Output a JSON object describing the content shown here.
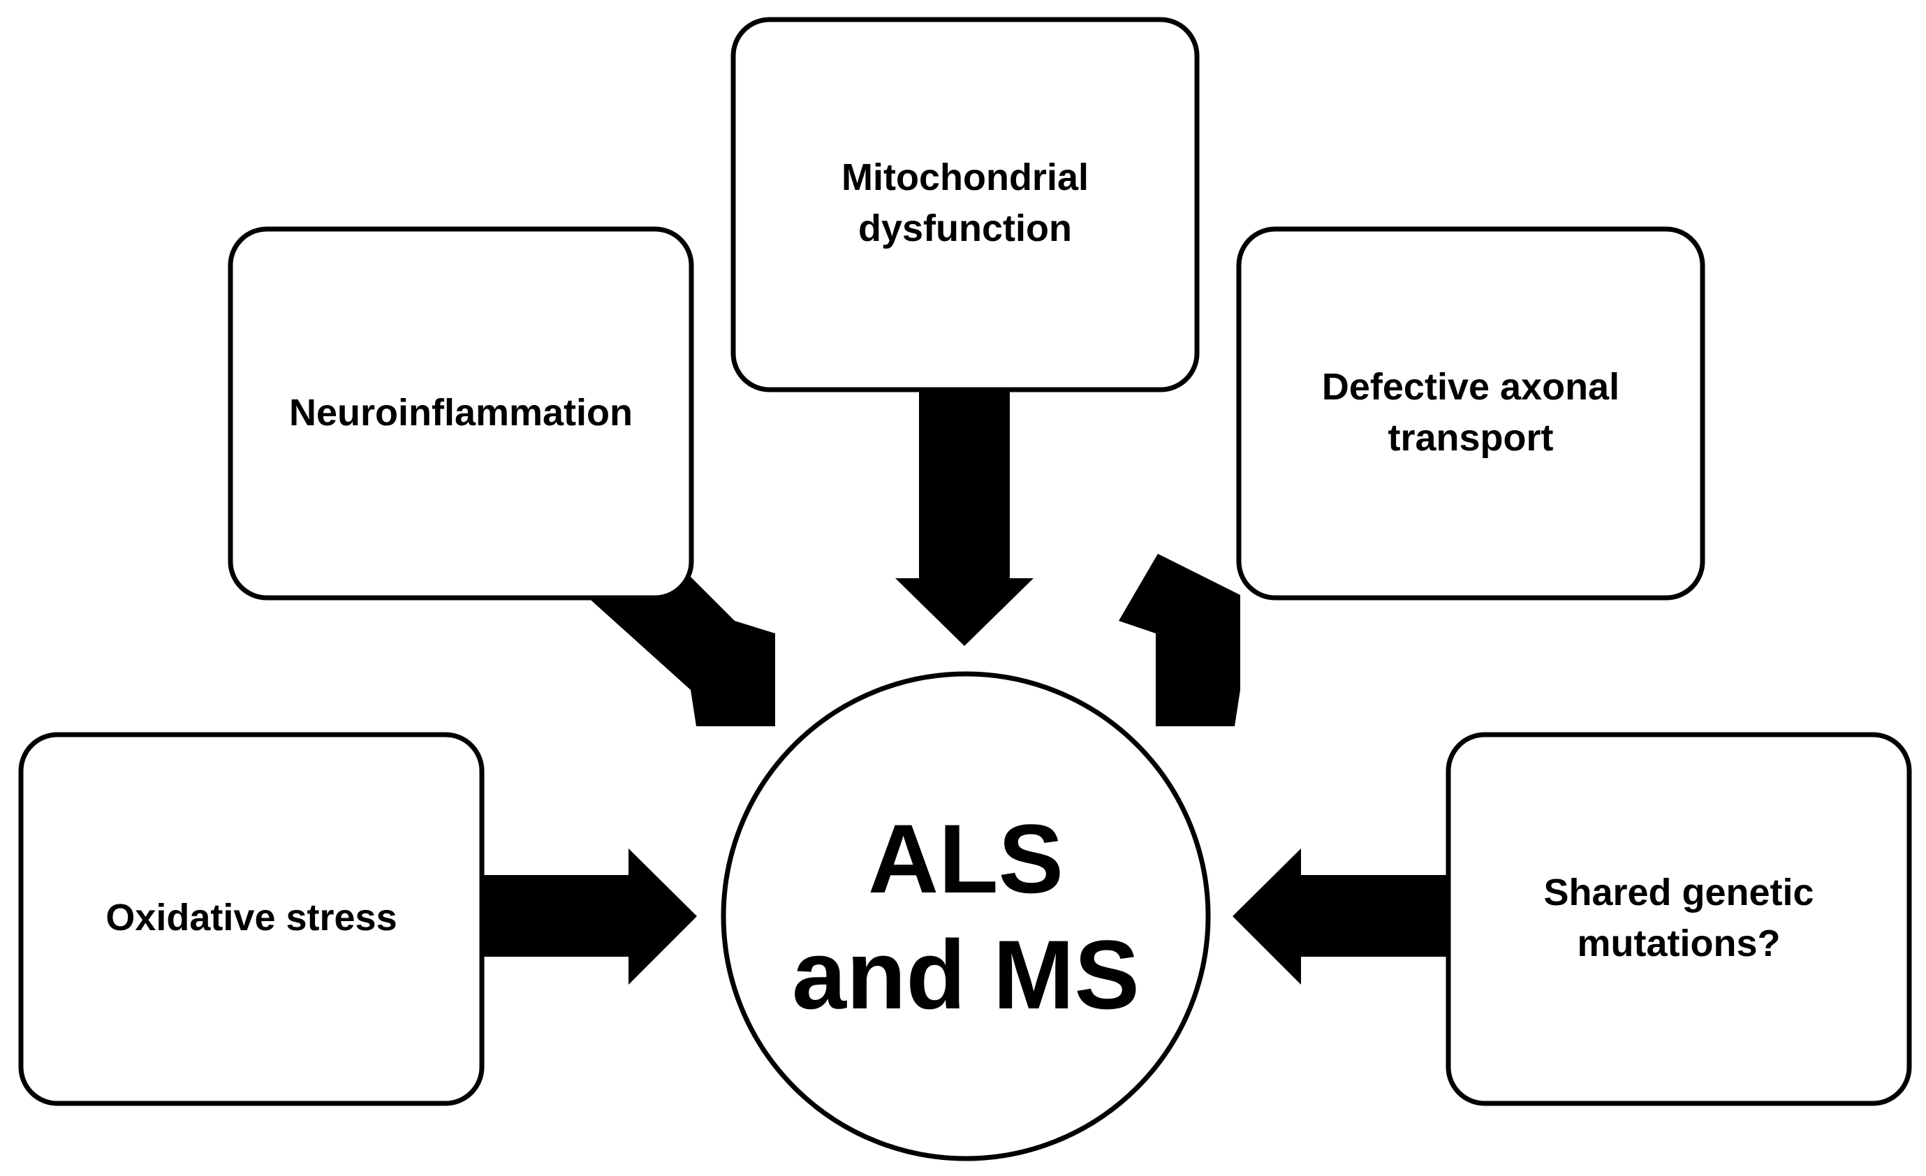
{
  "center": {
    "line1": "ALS",
    "line2": "and MS"
  },
  "factors": {
    "mitochondrial": {
      "line1": "Mitochondrial",
      "line2": "dysfunction"
    },
    "neuroinflammation": {
      "line1": "Neuroinflammation"
    },
    "axonal_transport": {
      "line1": "Defective axonal",
      "line2": "transport"
    },
    "oxidative_stress": {
      "line1": "Oxidative stress"
    },
    "genetic_mutations": {
      "line1": "Shared genetic",
      "line2": "mutations?"
    }
  },
  "colors": {
    "stroke": "#000000",
    "fill": "#ffffff",
    "arrow": "#000000"
  }
}
